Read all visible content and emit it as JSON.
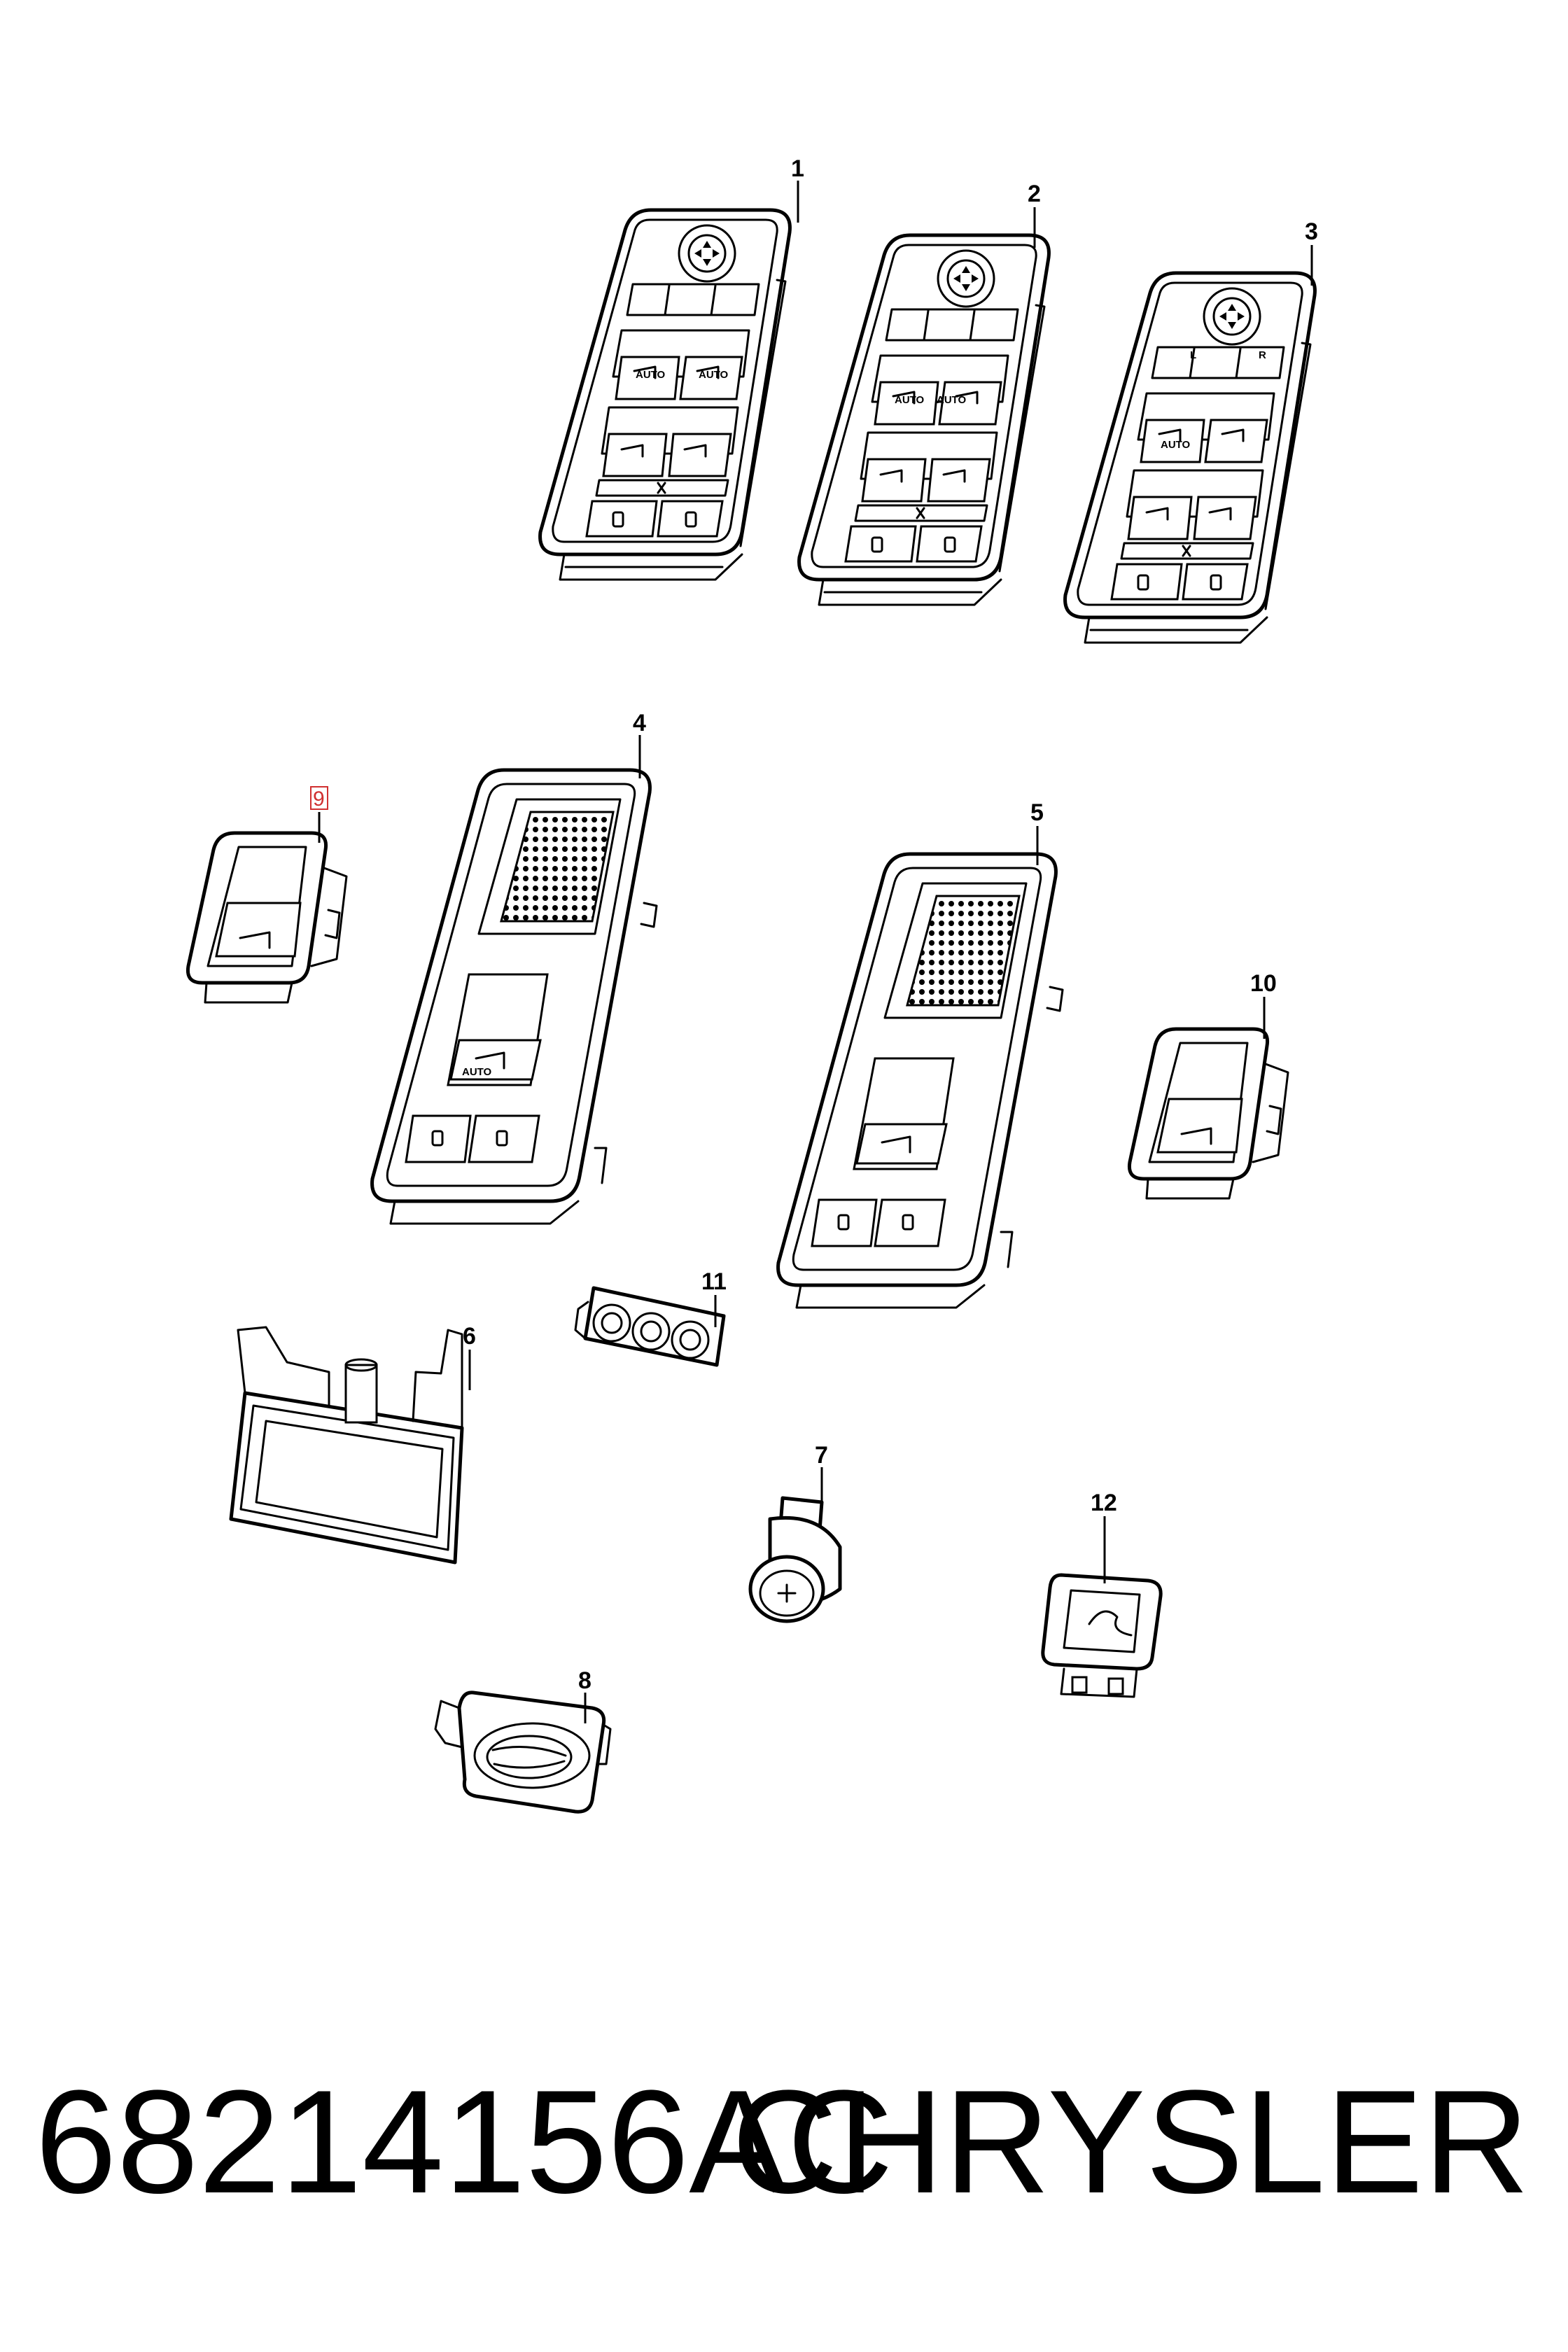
{
  "callouts": {
    "c1": "1",
    "c2": "2",
    "c3": "3",
    "c4": "4",
    "c5": "5",
    "c6": "6",
    "c7": "7",
    "c8": "8",
    "c9": "9",
    "c10": "10",
    "c11": "11",
    "c12": "12"
  },
  "button_labels": {
    "auto": "AUTO",
    "mirror_left": "L",
    "mirror_right": "R"
  },
  "caption": {
    "part_number": "68214156AC",
    "brand": "CHRYSLER"
  },
  "colors": {
    "line": "#000000",
    "background": "#ffffff",
    "highlight_box": "#d03030"
  }
}
